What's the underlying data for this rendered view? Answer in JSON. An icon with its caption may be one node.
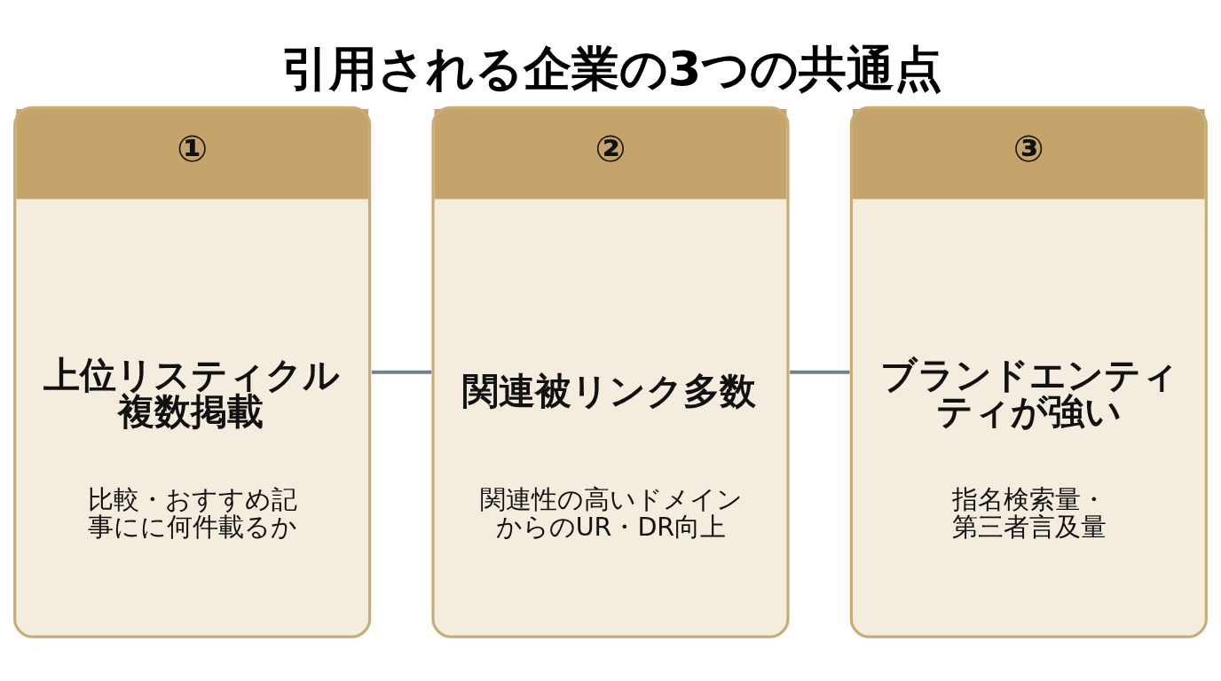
{
  "diagram": {
    "title": "引用される企業の3つの共通点",
    "nodes": [
      {
        "text": [
          "①",
          "上位リスティクル複数掲載",
          "比較・おすすめ記事にに何件載るか"
        ]
      },
      {
        "text": [
          "②",
          "関連被リンク多数",
          "関連性の高いドメインからのUR・DR向上"
        ]
      },
      {
        "text": [
          "③",
          "ブランドエンティティが強い",
          "指名検索量・第三者言及量"
        ]
      }
    ],
    "edges": [
      {
        "from": 0,
        "to": 1,
        "arrow": "none"
      },
      {
        "from": 1,
        "to": 2,
        "arrow": "none"
      }
    ]
  }
}
